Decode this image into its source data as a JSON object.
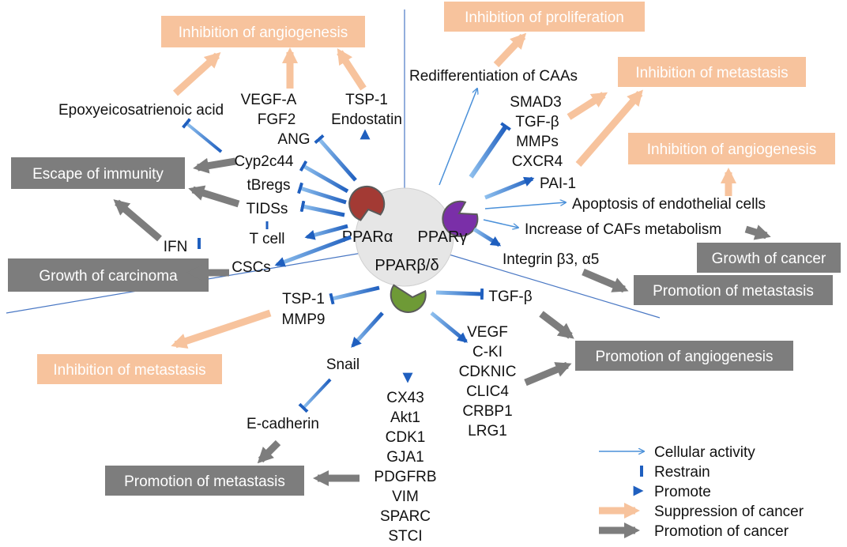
{
  "colors": {
    "suppression_box": "#f7c39d",
    "promotion_box": "#7d7d7d",
    "suppression_arrow": "#f7c39d",
    "promotion_arrow": "#7d7d7d",
    "cellular_activity": "#4a90d9",
    "restrain": "#1f5fbf",
    "promote": "#1f5fbf",
    "ppar_alpha": "#a33a34",
    "ppar_gamma": "#7a2fa8",
    "ppar_beta_delta": "#6e9a36",
    "center_circle": "#e6e6e6",
    "divider": "#4a78c4"
  },
  "receptors": {
    "alpha": "PPARα",
    "gamma": "PPARγ",
    "beta_delta": "PPARβ/δ"
  },
  "boxes": {
    "inhibition_angiogenesis_top": "Inhibition of angiogenesis",
    "inhibition_proliferation": "Inhibition of proliferation",
    "inhibition_metastasis_right": "Inhibition of metastasis",
    "inhibition_angiogenesis_right": "Inhibition of angiogenesis",
    "escape_immunity": "Escape of immunity",
    "growth_carcinoma": "Growth of carcinoma",
    "growth_cancer": "Growth of cancer",
    "promotion_metastasis_right": "Promotion of metastasis",
    "inhibition_metastasis_left": "Inhibition of metastasis",
    "promotion_angiogenesis": "Promotion of angiogenesis",
    "promotion_metastasis_bottom": "Promotion of metastasis"
  },
  "alpha_targets": {
    "epoxy": "Epoxyeicosatrienoic acid",
    "vegfa": "VEGF-A",
    "fgf2": "FGF2",
    "ang": "ANG",
    "tsp1": "TSP-1",
    "endostatin": "Endostatin",
    "cyp": "Cyp2c44",
    "tbregs": "tBregs",
    "tidss": "TIDSs",
    "tcell": "T cell",
    "ifn": "IFN",
    "cscs": "CSCs"
  },
  "gamma_targets": {
    "redifferentiation": "Redifferentiation of CAAs",
    "smad3": "SMAD3",
    "tgfb": "TGF-β",
    "mmps": "MMPs",
    "cxcr4": "CXCR4",
    "pai1": "PAI-1",
    "apoptosis": "Apoptosis of endothelial cells",
    "cafs": "Increase of CAFs metabolism",
    "integrin": "Integrin β3, α5"
  },
  "beta_targets": {
    "tsp1": "TSP-1",
    "mmp9": "MMP9",
    "tgfb": "TGF-β",
    "snail": "Snail",
    "ecadherin": "E-cadherin",
    "angio_list": [
      "VEGF",
      "C-KI",
      "CDKNIC",
      "CLIC4",
      "CRBP1",
      "LRG1"
    ],
    "meta_list": [
      "CX43",
      "Akt1",
      "CDK1",
      "GJA1",
      "PDGFRB",
      "VIM",
      "SPARC",
      "STCI"
    ]
  },
  "legend": {
    "cellular_activity": "Cellular activity",
    "restrain": "Restrain",
    "promote": "Promote",
    "suppression": "Suppression of cancer",
    "promotion": "Promotion of cancer"
  }
}
